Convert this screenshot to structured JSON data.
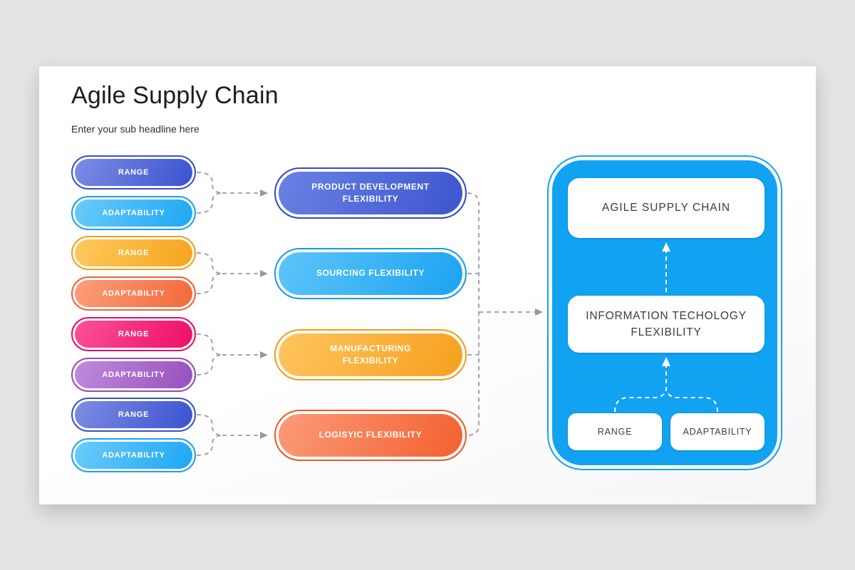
{
  "slide": {
    "title": "Agile Supply Chain",
    "subtitle": "Enter your sub headline here"
  },
  "pills": [
    {
      "label": "RANGE",
      "g1": "#7D8DE4",
      "g2": "#3A53CF",
      "border": "#3A50C9"
    },
    {
      "label": "ADAPTABILITY",
      "g1": "#6BCBFB",
      "g2": "#1EA7F3",
      "border": "#1A9FEF"
    },
    {
      "label": "RANGE",
      "g1": "#FFCA60",
      "g2": "#F6A41C",
      "border": "#F0A019"
    },
    {
      "label": "ADAPTABILITY",
      "g1": "#FC9E7C",
      "g2": "#F4683A",
      "border": "#F06030"
    },
    {
      "label": "RANGE",
      "g1": "#FB5197",
      "g2": "#EE0F68",
      "border": "#E90C62"
    },
    {
      "label": "ADAPTABILITY",
      "g1": "#C08CDB",
      "g2": "#9750BE",
      "border": "#914BB8"
    },
    {
      "label": "RANGE",
      "g1": "#7D8DE4",
      "g2": "#3A53CF",
      "border": "#3A50C9"
    },
    {
      "label": "ADAPTABILITY",
      "g1": "#6BCBFB",
      "g2": "#1EA7F3",
      "border": "#1A9FEF"
    }
  ],
  "flex_boxes": [
    {
      "label": "PRODUCT DEVELOPMENT FLEXIBILITY",
      "g1": "#6A82E4",
      "g2": "#3D55CE",
      "border": "#3448C5"
    },
    {
      "label": "SOURCING FLEXIBILITY",
      "g1": "#5EC5F9",
      "g2": "#1CA3F1",
      "border": "#169AE9"
    },
    {
      "label": "MANUFACTURING FLEXIBILITY",
      "g1": "#FFC55F",
      "g2": "#F6A01D",
      "border": "#F09C15"
    },
    {
      "label": "LOGISYIC FLEXIBILITY",
      "g1": "#FB9B79",
      "g2": "#F3602F",
      "border": "#ED5624"
    }
  ],
  "panel": {
    "fill": "#12A2F2",
    "top_label": "AGILE SUPPLY CHAIN",
    "mid_label": "INFORMATION TECHOLOGY FLEXIBILITY",
    "range_label": "RANGE",
    "adapt_label": "ADAPTABILITY"
  },
  "colors": {
    "background": "#E4E3E5",
    "connector": "#98999B",
    "panel_arrow": "#FFFFFF"
  }
}
